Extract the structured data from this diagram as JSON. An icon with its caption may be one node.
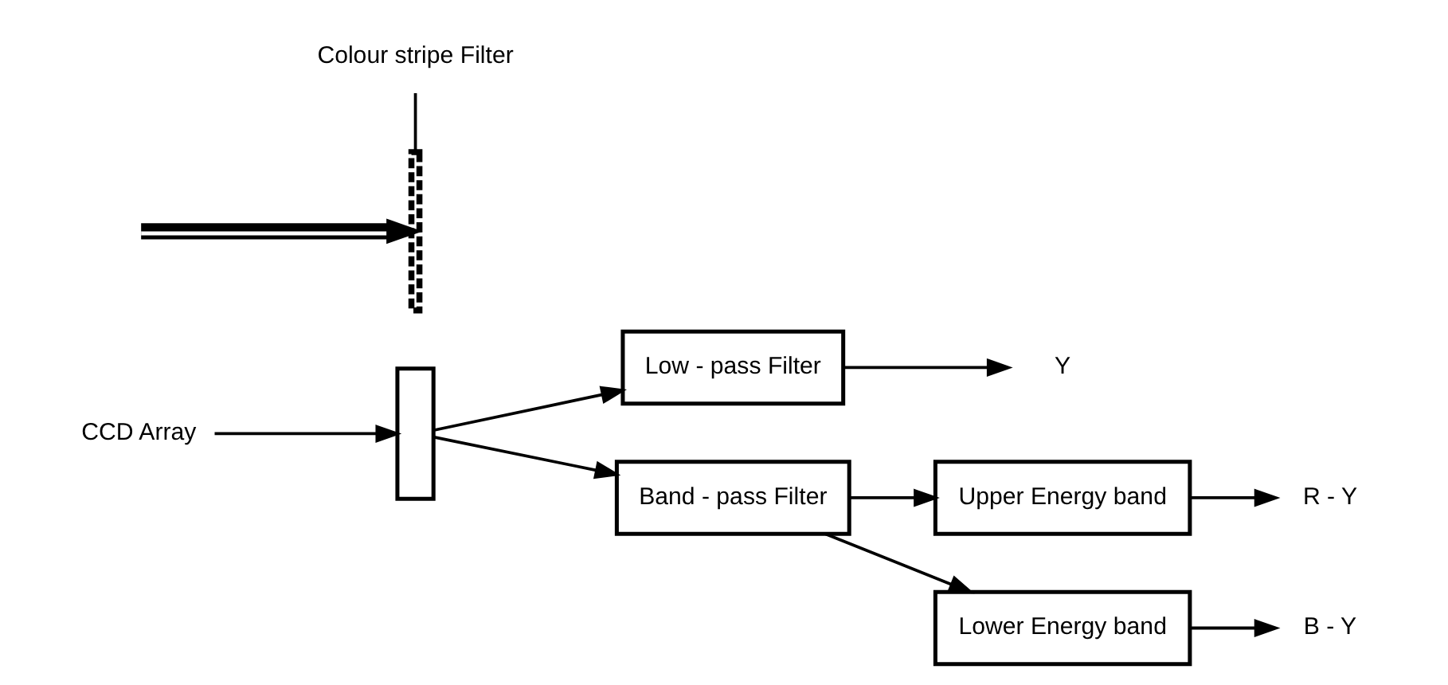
{
  "diagram": {
    "nodes": [
      {
        "text": [
          "CCD Array"
        ]
      },
      {
        "text": [],
        "shape": "box"
      },
      {
        "text": [
          "Colour stripe Filter"
        ]
      },
      {
        "text": [],
        "shape": "bar"
      },
      {
        "text": [
          "Low - pass Filter"
        ]
      },
      {
        "text": [
          "Band - pass Filter"
        ]
      },
      {
        "text": [
          "Upper Energy band"
        ]
      },
      {
        "text": [
          "Lower Energy band"
        ]
      },
      {
        "text": [
          "Y"
        ]
      },
      {
        "text": [
          "R - Y"
        ]
      },
      {
        "text": [
          "B - Y"
        ]
      }
    ],
    "edges": [
      {
        "from": 0,
        "to": 1,
        "arrow": "to"
      },
      {
        "from": 2,
        "to": 3,
        "arrow": "none"
      },
      {
        "from": null,
        "to": 3,
        "arrow": "to",
        "style": "thick"
      },
      {
        "from": 1,
        "to": 4,
        "arrow": "to"
      },
      {
        "from": 1,
        "to": 5,
        "arrow": "to"
      },
      {
        "from": 4,
        "to": 8,
        "arrow": "to"
      },
      {
        "from": 5,
        "to": 6,
        "arrow": "to"
      },
      {
        "from": 5,
        "to": 7,
        "arrow": "to"
      },
      {
        "from": 6,
        "to": 9,
        "arrow": "to"
      },
      {
        "from": 7,
        "to": 10,
        "arrow": "to"
      }
    ]
  }
}
